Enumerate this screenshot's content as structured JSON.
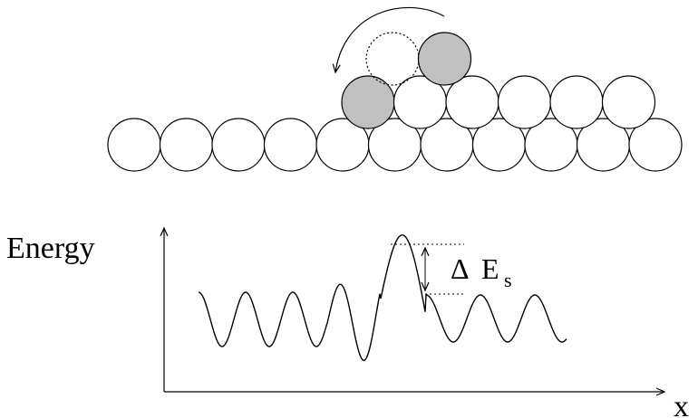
{
  "labels": {
    "y_axis": "Energy",
    "x_axis": "x",
    "barrier_symbol": "Δ",
    "barrier_main": "E",
    "barrier_sub": "s"
  },
  "atoms": {
    "bottom_row_count": 11,
    "second_row_count": 6,
    "shaded_second_row_index": 0,
    "top_row": [
      "dashed-empty",
      "shaded"
    ]
  },
  "colors": {
    "stroke": "#000000",
    "shaded_fill": "#c0c0c0",
    "background": "#ffffff"
  }
}
